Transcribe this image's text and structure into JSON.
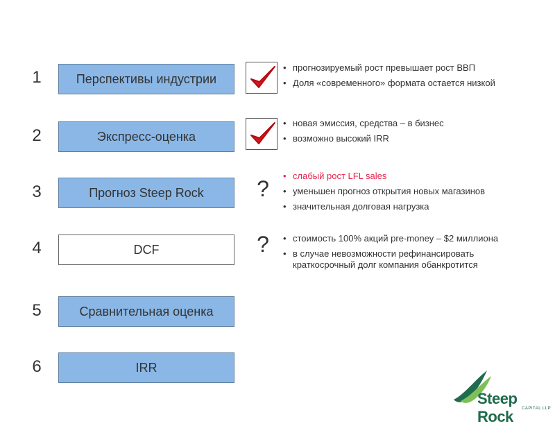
{
  "steps": [
    {
      "number": "1",
      "label": "Перспективы индустрии",
      "status": "check"
    },
    {
      "number": "2",
      "label": "Экспресс-оценка",
      "status": "check"
    },
    {
      "number": "3",
      "label": "Прогноз Steep Rock",
      "status": "question"
    },
    {
      "number": "4",
      "label": "DCF",
      "status": "question"
    },
    {
      "number": "5",
      "label": "Сравнительная оценка",
      "status": ""
    },
    {
      "number": "6",
      "label": "IRR",
      "status": ""
    }
  ],
  "question_mark": "?",
  "notes": {
    "step1": [
      "прогнозируемый рост превышает рост ВВП",
      "Доля «современного» формата остается низкой"
    ],
    "step2": [
      "новая эмиссия, средства – в бизнес",
      "возможно высокий IRR"
    ],
    "step3": [
      "слабый рост LFL sales",
      "уменьшен прогноз открытия новых магазинов",
      "значительная долговая нагрузка"
    ],
    "step4": [
      "стоимость 100% акций pre-money – $2 миллиона",
      "в случае невозможности рефинансировать краткосрочный долг компания обанкротится"
    ]
  },
  "logo": {
    "name": "Steep Rock",
    "subtitle": "CAPITAL LLP"
  },
  "colors": {
    "box_fill": "#8ab7e6",
    "check_red": "#d8141c",
    "highlight_red": "#e8234a",
    "logo_green": "#1f6b4d"
  }
}
